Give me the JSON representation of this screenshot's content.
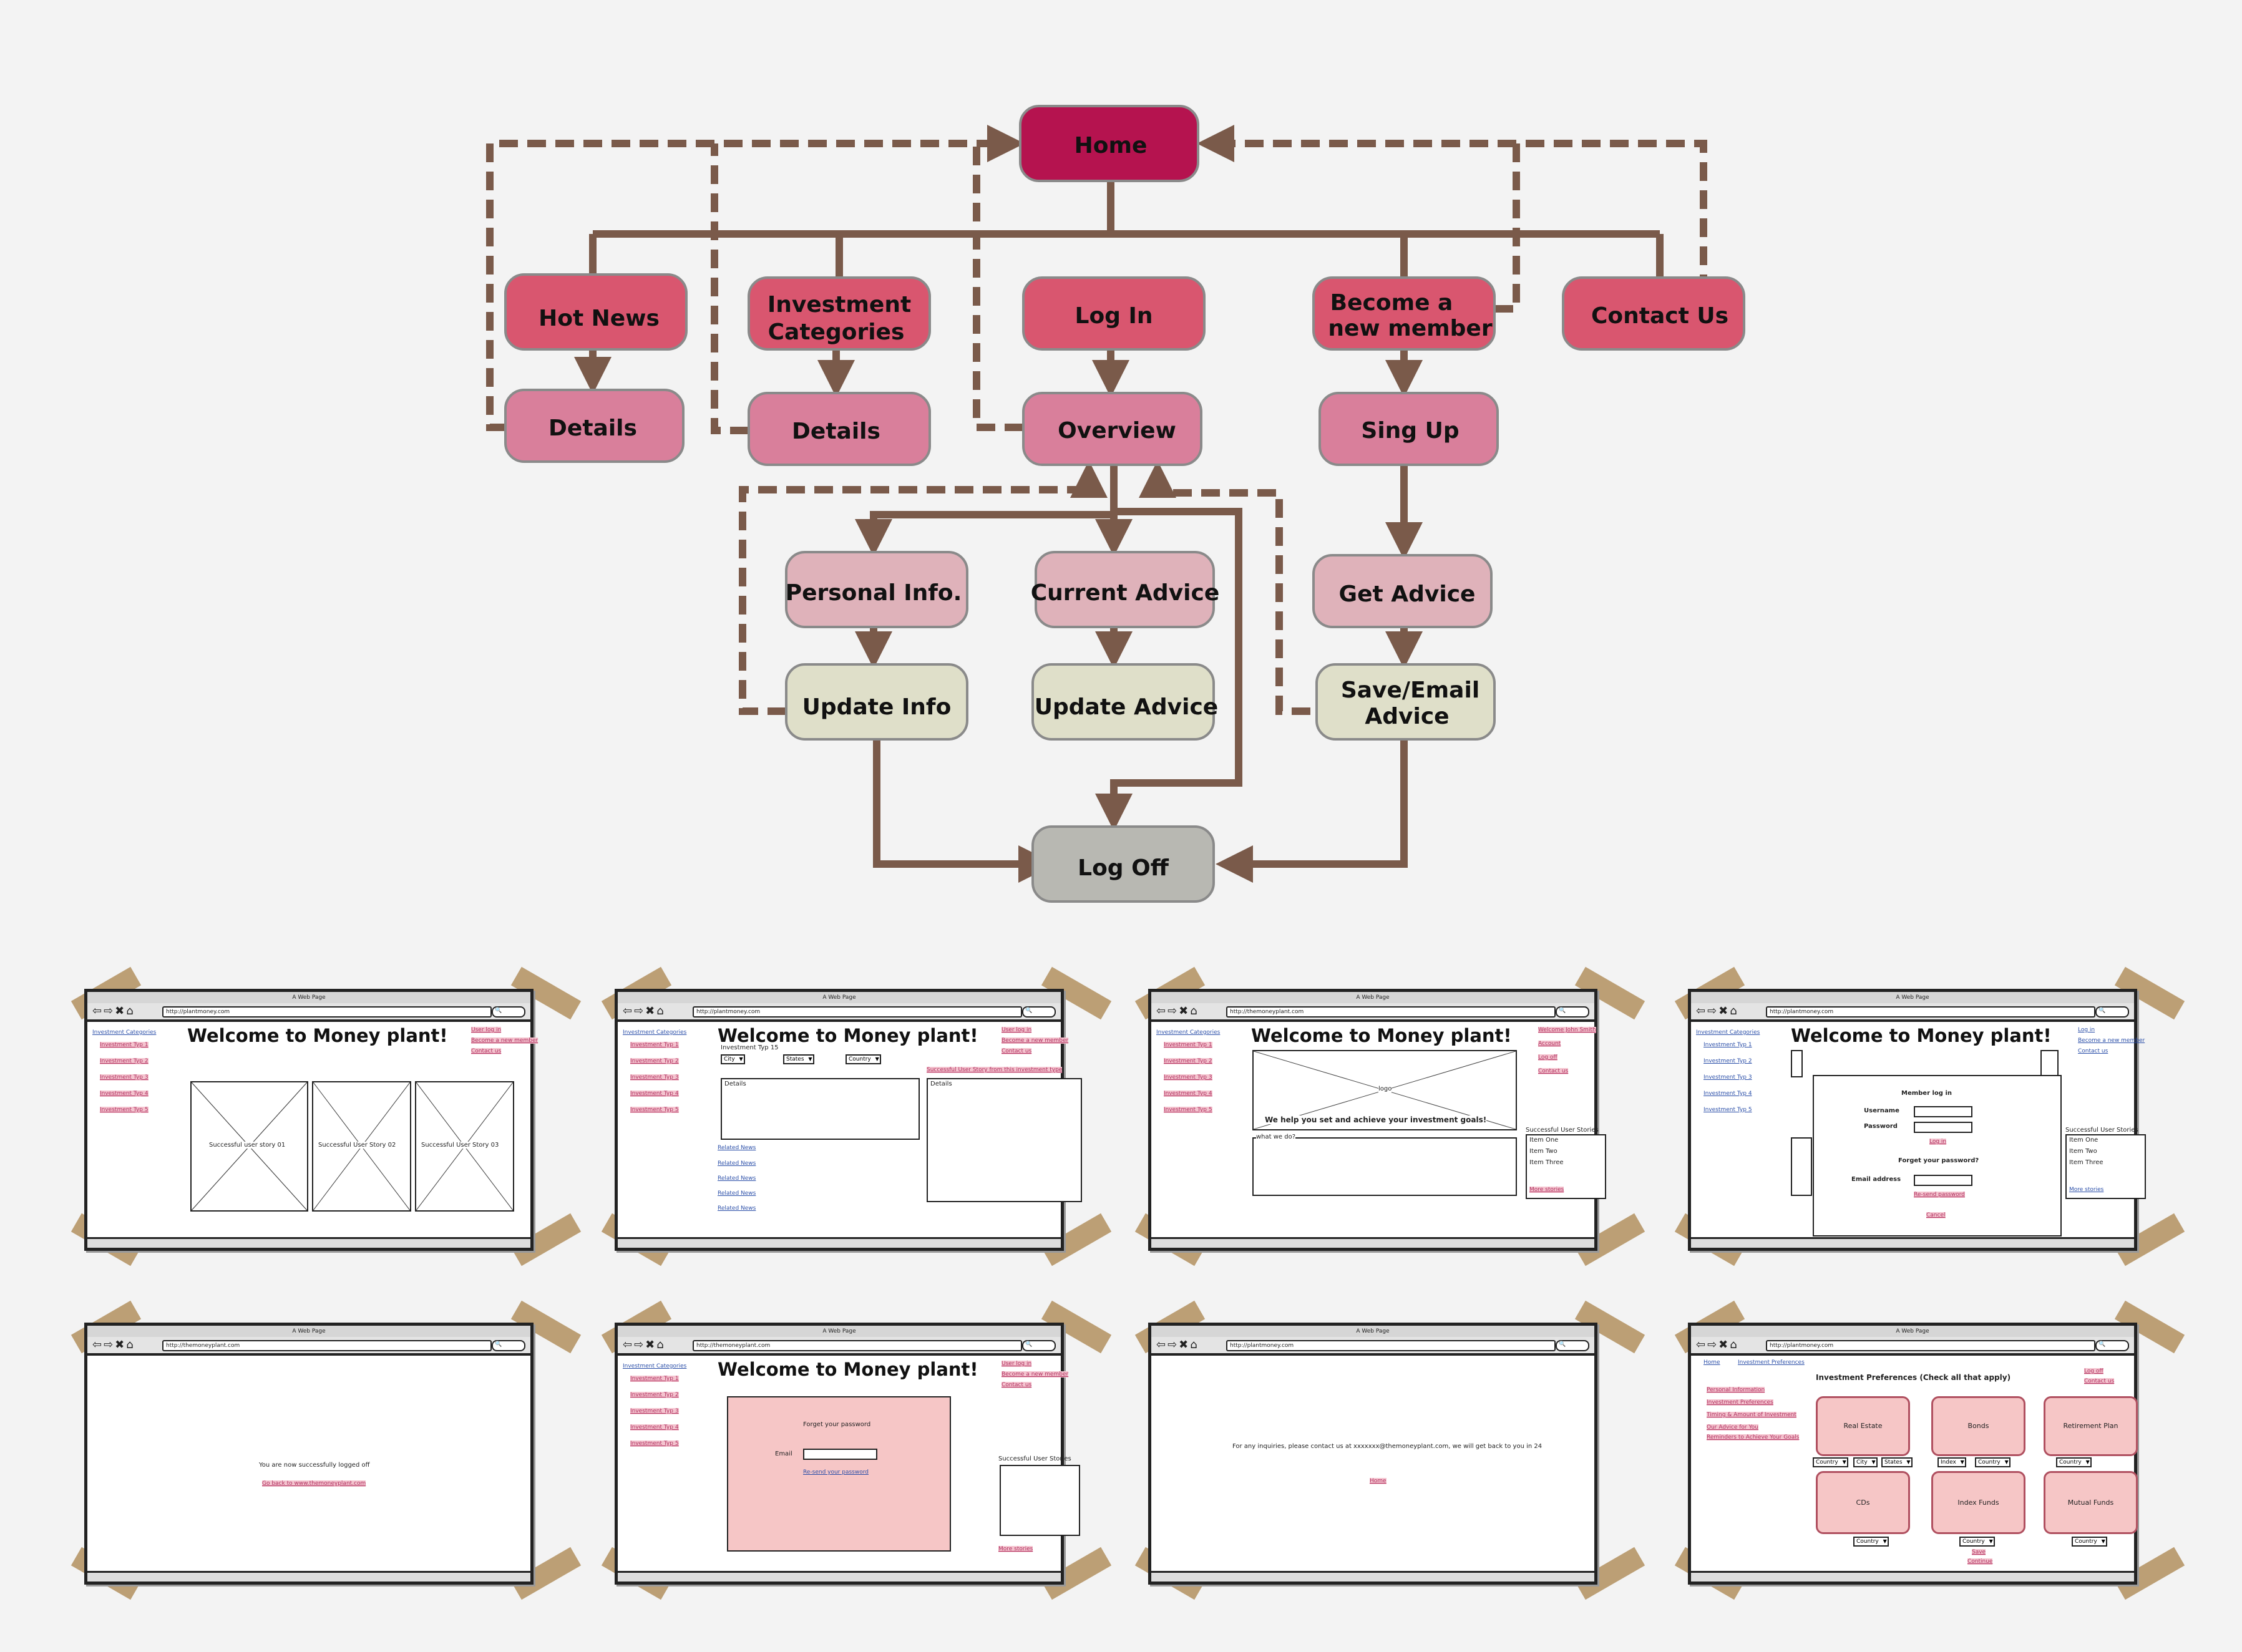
{
  "diagram": {
    "nodes": {
      "home": "Home",
      "hot_news": "Hot News",
      "investment_categories_1": "Investment",
      "investment_categories_2": "Categories",
      "log_in": "Log In",
      "become_member_1": "Become a",
      "become_member_2": "new member",
      "contact_us": "Contact Us",
      "details_1": "Details",
      "details_2": "Details",
      "overview": "Overview",
      "sign_up": "Sing Up",
      "personal_info": "Personal Info.",
      "current_advice": "Current Advice",
      "get_advice": "Get Advice",
      "update_info": "Update Info",
      "update_advice": "Update Advice",
      "save_email_1": "Save/Email",
      "save_email_2": "Advice",
      "log_off": "Log Off"
    },
    "colors": {
      "home": "#b5134f",
      "level1": "#d9566f",
      "level2": "#d97f9b",
      "level3": "#dfb2ba",
      "level4": "#dfdfc9",
      "logoff": "#b8b8b2",
      "connector": "#7a5a4a"
    }
  },
  "wireframes": {
    "page_title": "A Web Page",
    "wf1": {
      "url": "http://plantmoney.com",
      "title": "Welcome to Money plant!",
      "nav": [
        "Investment Categories",
        "Investment Typ 1",
        "Investment Typ 2",
        "Investment Typ 3",
        "Investment Typ 4",
        "Investment Typ 5"
      ],
      "right": [
        "User log in",
        "Become a new member",
        "Contact us"
      ],
      "stories": [
        "Successful user story 01",
        "Successful User Story 02",
        "Successful User Story 03"
      ]
    },
    "wf2": {
      "url": "http://plantmoney.com",
      "title": "Welcome to Money plant!",
      "nav": [
        "Investment Categories",
        "Investment Typ 1",
        "Investment Typ 2",
        "Investment Typ 3",
        "Investment Typ 4",
        "Investment Typ 5"
      ],
      "right": [
        "User log in",
        "Become a new member",
        "Contact us"
      ],
      "type_label": "Investment Typ 15",
      "selects": [
        "City",
        "States",
        "Country"
      ],
      "story_link": "Successful User Story from this investment type",
      "details": [
        "Details",
        "Details"
      ],
      "related": [
        "Related News",
        "Related News",
        "Related News",
        "Related News",
        "Related News"
      ]
    },
    "wf3": {
      "url": "http://themoneyplant.com",
      "title": "Welcome to Money plant!",
      "nav": [
        "Investment Categories",
        "Investment Typ 1",
        "Investment Typ 2",
        "Investment Typ 3",
        "Investment Typ 4",
        "Investment Typ 5"
      ],
      "right": [
        "Welcome John Smith",
        "Account",
        "Log off",
        "Contact us"
      ],
      "logo": "logo",
      "tagline": "We help you set and achieve your investment goals!",
      "what_we_do": "what we do?",
      "stories_title": "Successful User Stories",
      "stories": [
        "Item One",
        "Item Two",
        "Item Three"
      ],
      "more": "More stories"
    },
    "wf4": {
      "url": "http://plantmoney.com",
      "title": "Welcome to Money plant!",
      "nav": [
        "Investment Categories",
        "Investment Typ 1",
        "Investment Typ 2",
        "Investment Typ 3",
        "Investment Typ 4",
        "Investment Typ 5"
      ],
      "right": [
        "Log in",
        "Become a new member",
        "Contact us"
      ],
      "modal_title": "Member log in",
      "username": "Username",
      "password": "Password",
      "login": "Log in",
      "forget": "Forget your password?",
      "email": "Email address",
      "resend": "Re-send password",
      "cancel": "Cancel",
      "stories_title": "Successful User Stories",
      "stories": [
        "Item One",
        "Item Two",
        "Item Three"
      ],
      "more": "More stories"
    },
    "wf5": {
      "url": "http://themoneyplant.com",
      "message": "You are now successfully logged off",
      "back": "Go back to www.themoneyplant.com"
    },
    "wf6": {
      "url": "http://themoneyplant.com",
      "title": "Welcome to Money plant!",
      "nav": [
        "Investment Categories",
        "Investment Typ 1",
        "Investment Typ 2",
        "Investment Typ 3",
        "Investment Typ 4",
        "Investment Typ 5"
      ],
      "right": [
        "User log in",
        "Become a new member",
        "Contact us"
      ],
      "forget": "Forget your password",
      "email": "Email",
      "resend": "Re-send your password",
      "stories_title": "Successful User Stories",
      "more": "More stories"
    },
    "wf7": {
      "url": "http://plantmoney.com",
      "message": "For any inquiries, please contact us at xxxxxxx@themoneyplant.com, we will get back to you in 24",
      "home": "Home"
    },
    "wf8": {
      "url": "http://plantmoney.com",
      "breadcrumb": [
        "Home",
        "Investment Preferences"
      ],
      "title": "Investment Preferences (Check all that apply)",
      "right": [
        "Log off",
        "Contact us"
      ],
      "nav": [
        "Personal Information",
        "Investment Preferences",
        "Timing & Amount of Investment",
        "Our Advice for You",
        "Reminders to Achieve Your Goals"
      ],
      "cards": [
        "Real Estate",
        "Bonds",
        "Retirement Plan",
        "CDs",
        "Index Funds",
        "Mutual Funds"
      ],
      "selects_row1": [
        "Country",
        "City",
        "States",
        "Index",
        "Country",
        "Country"
      ],
      "selects_row2": [
        "Country",
        "Country",
        "Country"
      ],
      "save": "Save",
      "continue": "Continue"
    }
  }
}
